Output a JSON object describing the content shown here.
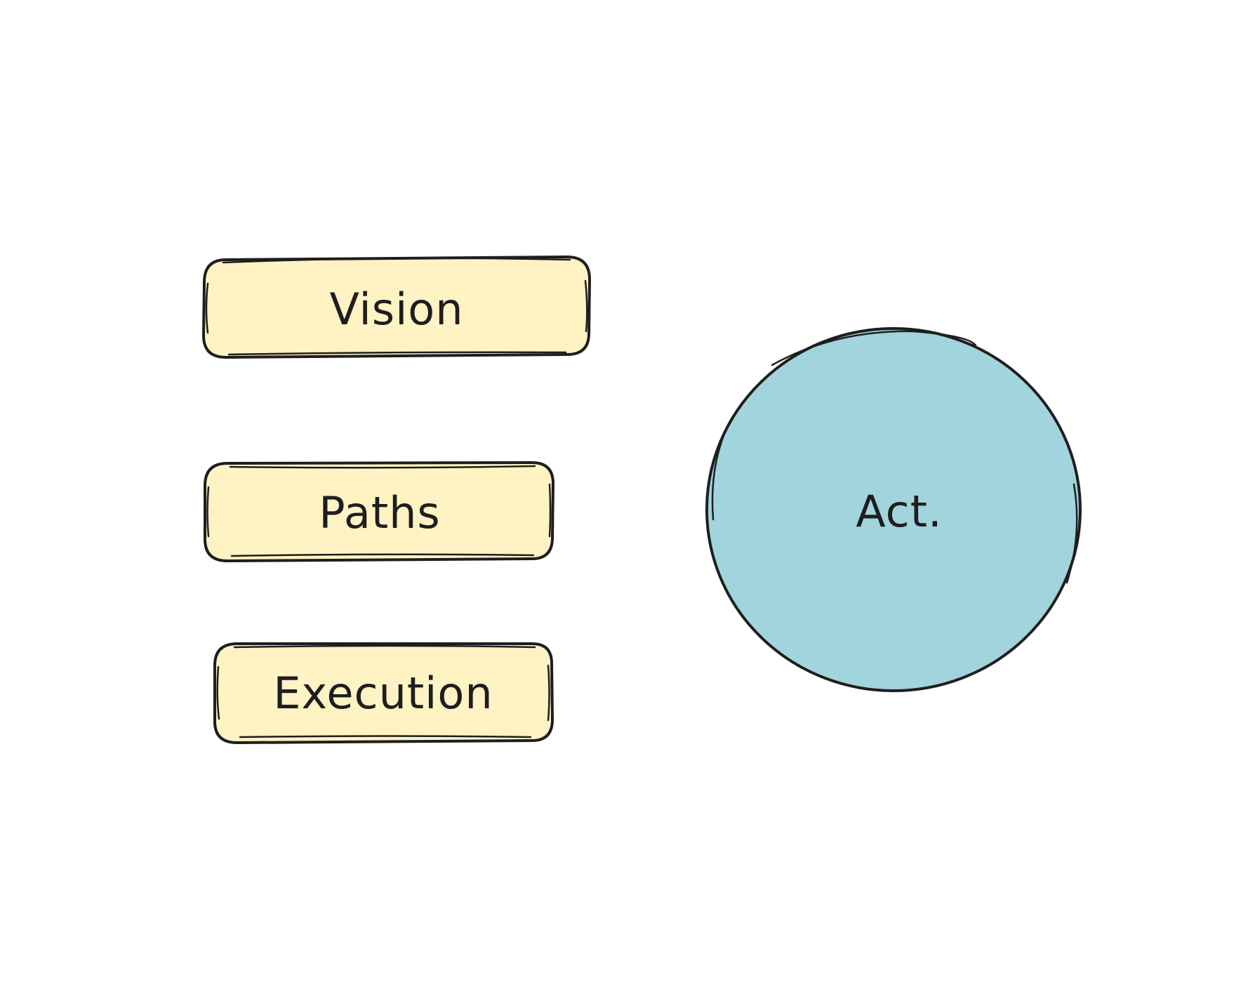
{
  "diagram": {
    "background": "#ffffff",
    "stroke_color": "#1e1e1e",
    "boxes": [
      {
        "id": "vision",
        "label": "Vision",
        "fill": "#fff3c4"
      },
      {
        "id": "paths",
        "label": "Paths",
        "fill": "#fff3c4"
      },
      {
        "id": "execution",
        "label": "Execution",
        "fill": "#fff3c4"
      }
    ],
    "circle": {
      "id": "act",
      "label": "Act.",
      "fill": "#a2d4dd"
    }
  }
}
